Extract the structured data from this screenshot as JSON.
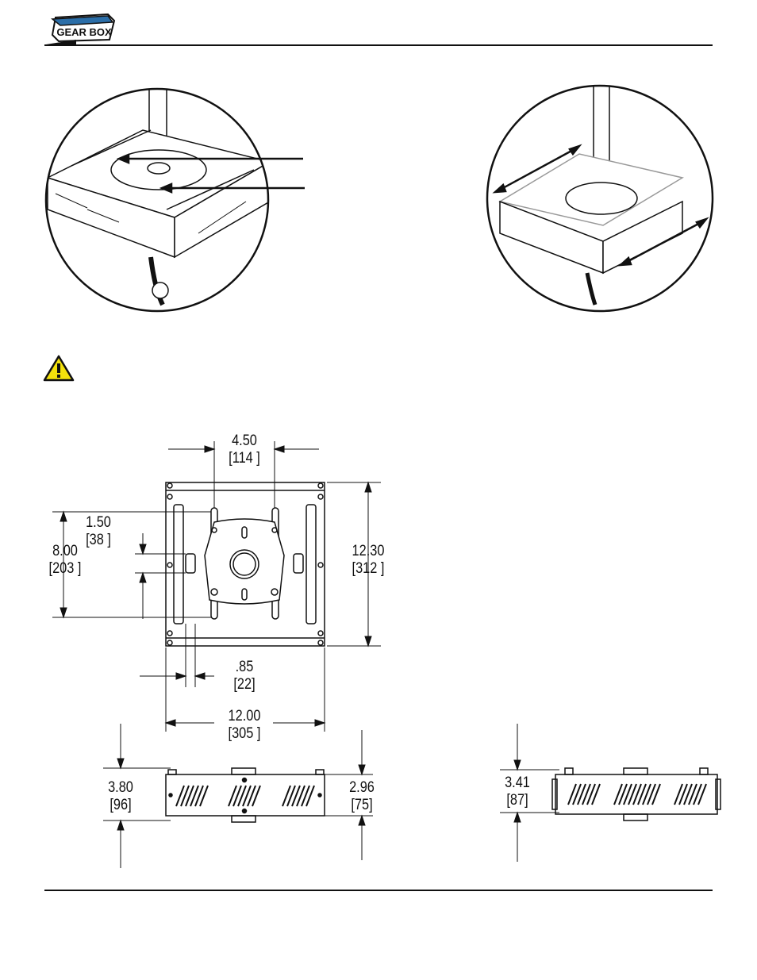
{
  "header": {
    "logo_text": "GEAR BOX"
  },
  "dimensions": {
    "plate_width": {
      "inches": "4.50",
      "mm": "[114  ]"
    },
    "slot_offset": {
      "inches": "1.50",
      "mm": "[38 ]"
    },
    "slot_span": {
      "inches": "8.00",
      "mm": "[203 ]"
    },
    "total_depth": {
      "inches": "12.30",
      "mm": "[312 ]"
    },
    "slot_width": {
      "inches": ".85",
      "mm": "[22]"
    },
    "total_width": {
      "inches": "12.00",
      "mm": "[305 ]"
    },
    "front_height_overall": {
      "inches": "3.80",
      "mm": "[96]"
    },
    "front_height_body": {
      "inches": "2.96",
      "mm": "[75]"
    },
    "side_height": {
      "inches": "3.41",
      "mm": "[87]"
    }
  },
  "icons": {
    "warning": "warning-triangle-icon",
    "logo": "gearbox-logo"
  },
  "colors": {
    "warning_fill": "#f4e20c",
    "line": "#111111"
  }
}
